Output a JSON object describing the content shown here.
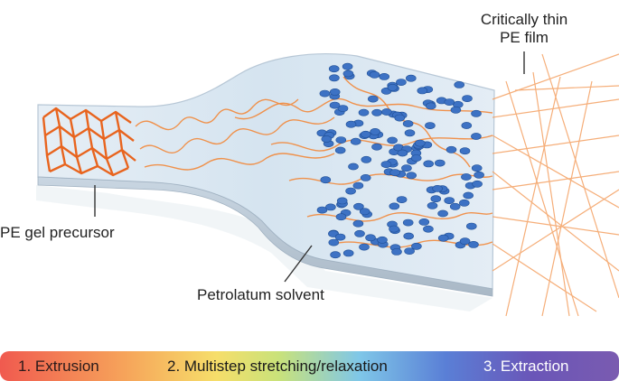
{
  "labels": {
    "thin_film_line1": "Critically thin",
    "thin_film_line2": "PE film",
    "gel_precursor": "PE gel precursor",
    "solvent": "Petrolatum solvent"
  },
  "stages": [
    {
      "label": "1. Extrusion",
      "color": "#2a1a1a"
    },
    {
      "label": "2. Multistep stretching/relaxation",
      "color": "#1a1a1a"
    },
    {
      "label": "3. Extraction",
      "color": "#ffffff"
    }
  ],
  "colors": {
    "fiber": "#f2883a",
    "gel_net": "#e8641e",
    "crystal": "#3d72c4",
    "film": "#cfe0ee"
  }
}
